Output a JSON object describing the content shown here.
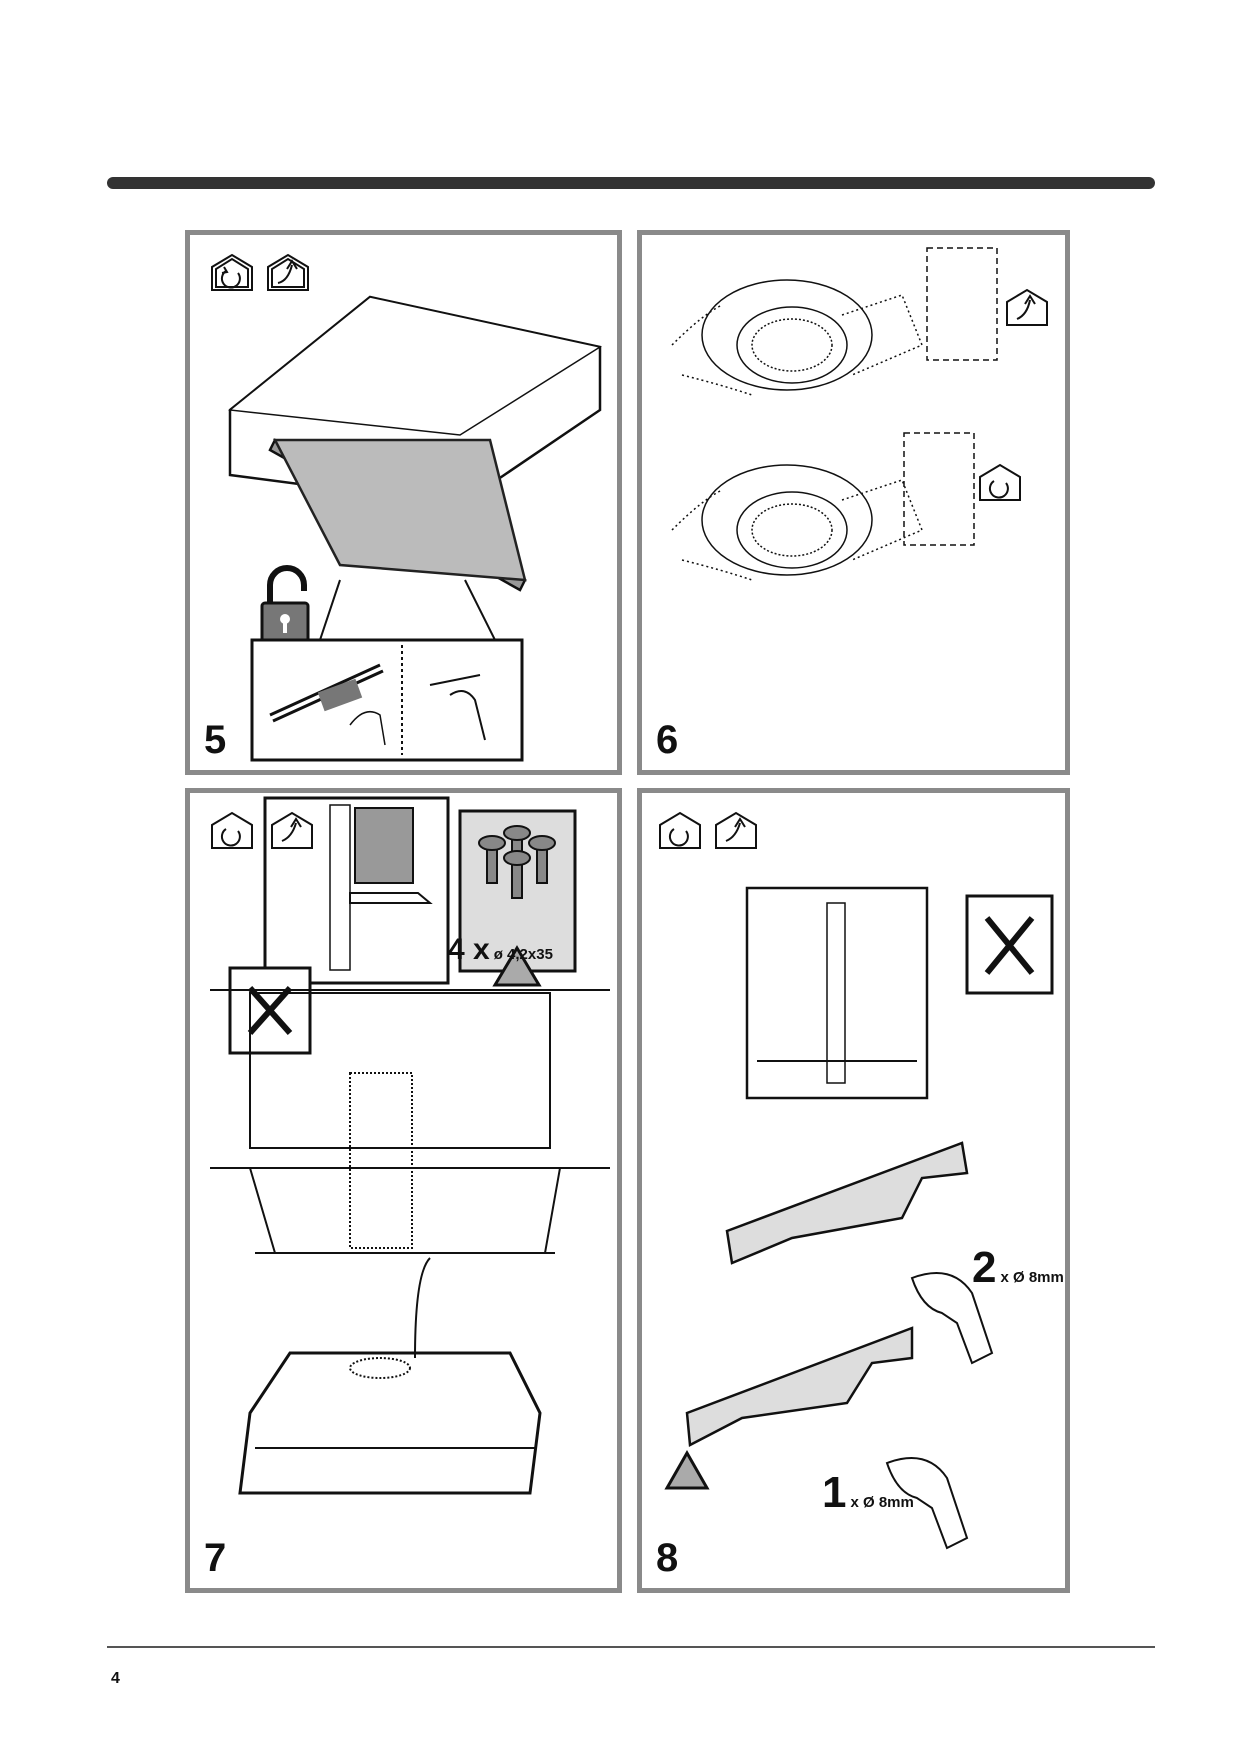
{
  "page": {
    "number": "4"
  },
  "panels": [
    {
      "step": "5",
      "icons": [
        "recirculation-mode-icon",
        "extraction-mode-icon"
      ],
      "lock_state": "unlocked"
    },
    {
      "step": "6",
      "icons": [
        "extraction-mode-icon",
        "recirculation-mode-icon"
      ]
    },
    {
      "step": "7",
      "icons": [
        "recirculation-mode-icon",
        "extraction-mode-icon"
      ],
      "screws": {
        "count": "4 x",
        "spec": "ø 4,2x35"
      },
      "warning": "!"
    },
    {
      "step": "8",
      "icons": [
        "recirculation-mode-icon",
        "extraction-mode-icon"
      ],
      "drill_top": {
        "count": "2",
        "spec": "x Ø 8mm"
      },
      "drill_bottom": {
        "count": "1",
        "spec": "x Ø 8mm"
      },
      "warning": "!"
    }
  ]
}
